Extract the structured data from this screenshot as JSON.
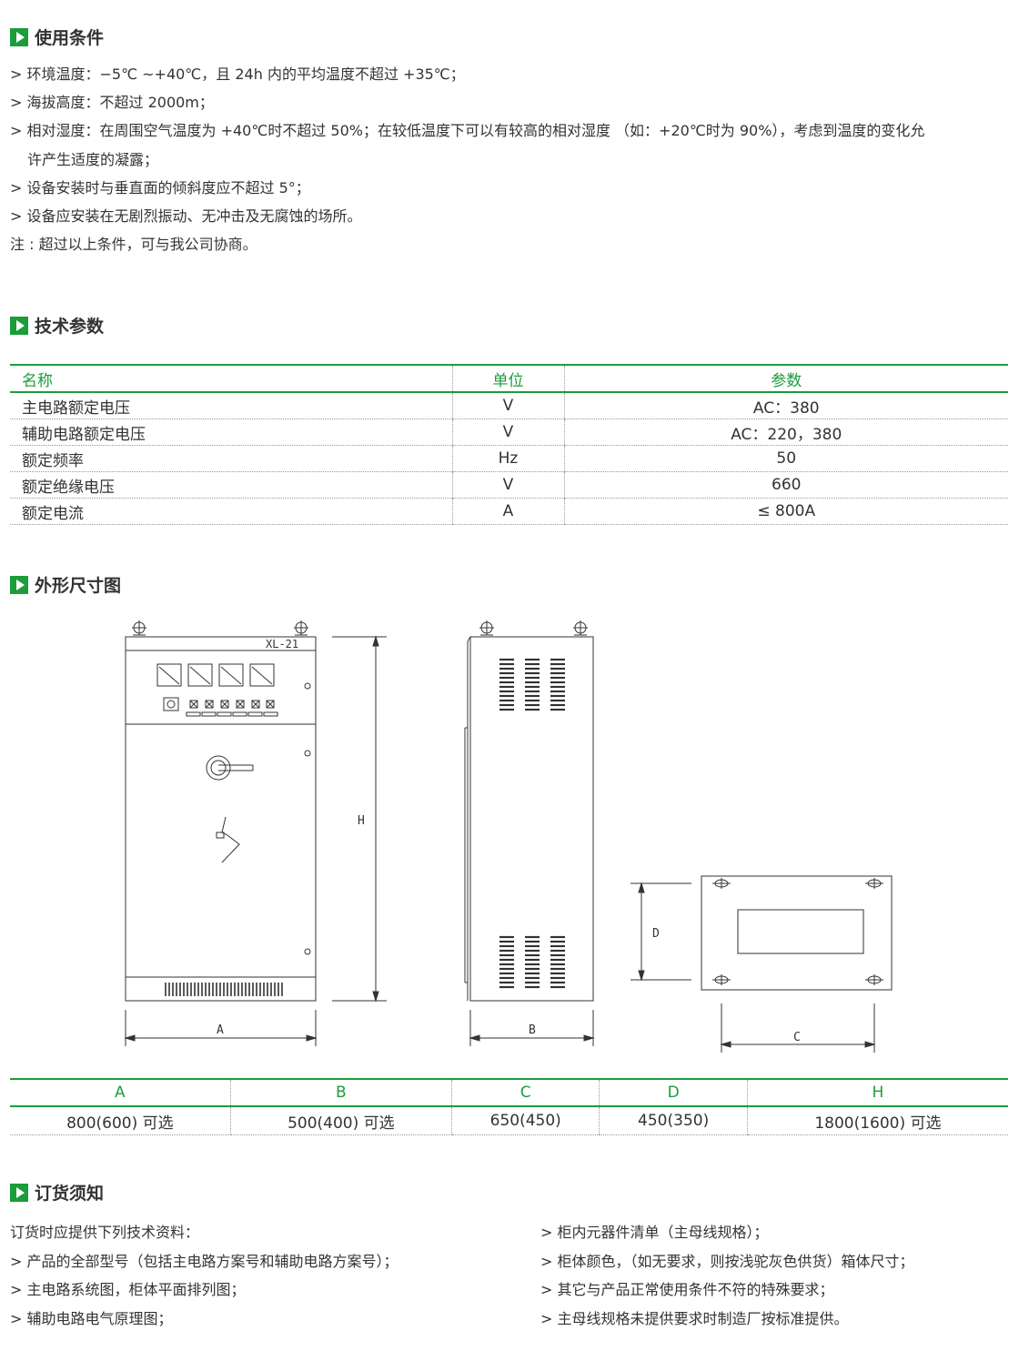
{
  "sections": {
    "usage": "使用条件",
    "tech": "技术参数",
    "dims": "外形尺寸图",
    "order": "订货须知"
  },
  "usage_lines": [
    "> 环境温度：−5℃ ~+40℃，且 24h 内的平均温度不超过 +35℃；",
    "> 海拔高度：不超过 2000m；",
    "> 相对湿度：在周围空气温度为 +40℃时不超过 50%；在较低温度下可以有较高的相对湿度 （如：+20℃时为 90%），考虑到温度的变化允",
    "许产生适度的凝露；",
    "> 设备安装时与垂直面的倾斜度应不超过 5°；",
    "> 设备应安装在无剧烈振动、无冲击及无腐蚀的场所。",
    "注 : 超过以上条件，可与我公司协商。"
  ],
  "tech_table": {
    "headers": [
      "名称",
      "单位",
      "参数"
    ],
    "rows": [
      [
        "主电路额定电压",
        "V",
        "AC：380"
      ],
      [
        "辅助电路额定电压",
        "V",
        "AC：220，380"
      ],
      [
        "额定频率",
        "Hz",
        "50"
      ],
      [
        "额定绝缘电压",
        "V",
        "660"
      ],
      [
        "额定电流",
        "A",
        "≤ 800A"
      ]
    ]
  },
  "drawing": {
    "model_label": "XL-21",
    "dim_labels": {
      "A": "A",
      "B": "B",
      "C": "C",
      "D": "D",
      "H": "H"
    }
  },
  "dim_table": {
    "headers": [
      "A",
      "B",
      "C",
      "D",
      "H"
    ],
    "values": [
      "800(600) 可选",
      "500(400) 可选",
      "650(450)",
      "450(350)",
      "1800(1600) 可选"
    ]
  },
  "order_left": [
    "订货时应提供下列技术资料：",
    "> 产品的全部型号（包括主电路方案号和辅助电路方案号）；",
    "> 主电路系统图，柜体平面排列图；",
    "> 辅助电路电气原理图；"
  ],
  "order_right": [
    "> 柜内元器件清单（主母线规格）；",
    "> 柜体颜色，（如无要求，则按浅驼灰色供货）箱体尺寸；",
    "> 其它与产品正常使用条件不符的特殊要求；",
    "> 主母线规格未提供要求时制造厂按标准提供。"
  ],
  "colors": {
    "accent": "#1a9d3a",
    "text": "#333333"
  }
}
